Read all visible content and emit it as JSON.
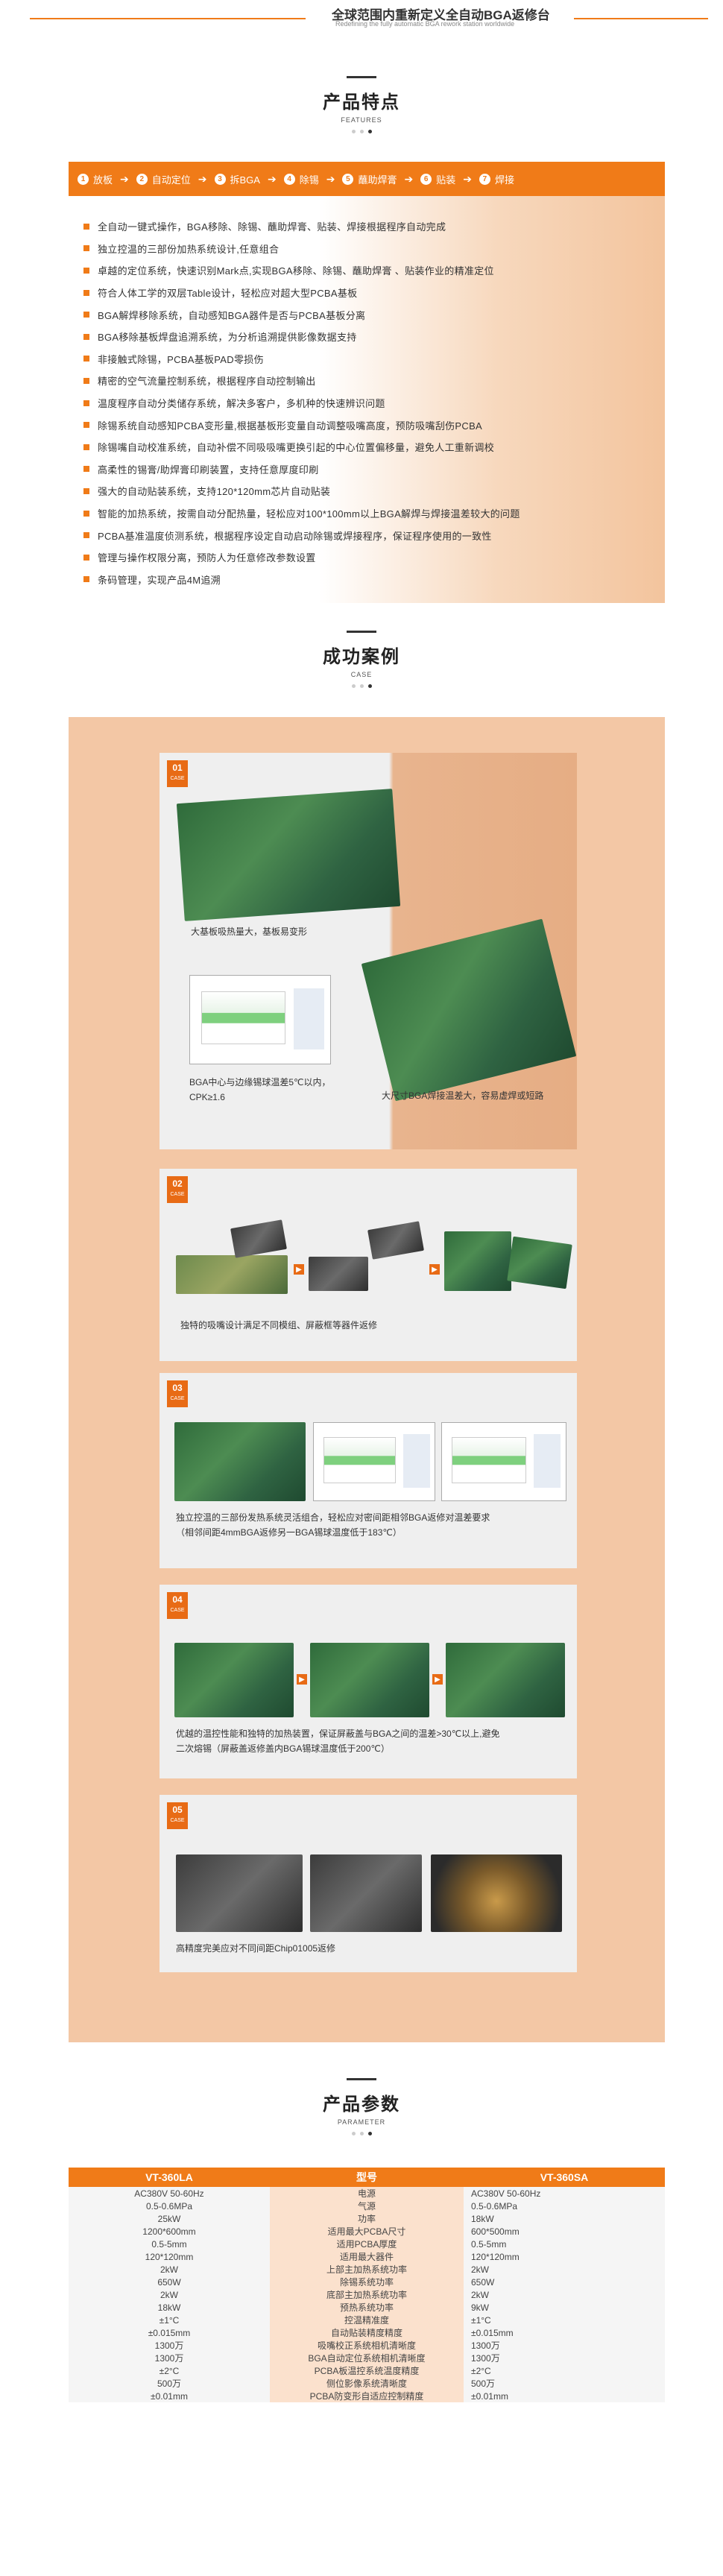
{
  "header": {
    "title": "全球范围内重新定义全自动BGA返修台",
    "subtitle": "Redefining the fully automatic BGA rework station worldwide"
  },
  "features": {
    "title": "产品特点",
    "subtitle": "FEATURES",
    "process": [
      {
        "num": "1",
        "label": "放板"
      },
      {
        "num": "2",
        "label": "自动定位"
      },
      {
        "num": "3",
        "label": "拆BGA"
      },
      {
        "num": "4",
        "label": "除锡"
      },
      {
        "num": "5",
        "label": "蘸助焊膏"
      },
      {
        "num": "6",
        "label": "贴装"
      },
      {
        "num": "7",
        "label": "焊接"
      }
    ],
    "items": [
      "全自动一键式操作，BGA移除、除锡、蘸助焊膏、贴装、焊接根据程序自动完成",
      "独立控温的三部份加热系统设计,任意组合",
      "卓越的定位系统，快速识别Mark点,实现BGA移除、除锡、蘸助焊膏 、贴装作业的精准定位",
      "符合人体工学的双层Table设计，轻松应对超大型PCBA基板",
      "BGA解焊移除系统，自动感知BGA器件是否与PCBA基板分离",
      "BGA移除基板焊盘追溯系统，为分析追溯提供影像数据支持",
      "非接触式除锡，PCBA基板PAD零损伤",
      "精密的空气流量控制系统，根据程序自动控制输出",
      "温度程序自动分类储存系统，解决多客户，多机种的快速辨识问题",
      "除锡系统自动感知PCBA变形量,根据基板形变量自动调整吸嘴高度，预防吸嘴刮伤PCBA",
      "除锡嘴自动校准系统，自动补偿不同吸吸嘴更换引起的中心位置偏移量，避免人工重新调校",
      "高柔性的锡膏/助焊膏印刷装置，支持任意厚度印刷",
      "强大的自动贴装系统，支持120*120mm芯片自动贴装",
      "智能的加热系统，按需自动分配热量，轻松应对100*100mm以上BGA解焊与焊接温差较大的问题",
      "PCBA基准温度侦测系统，根据程序设定自动启动除锡或焊接程序，保证程序使用的一致性",
      "管理与操作权限分离，预防人为任意修改参数设置",
      "条码管理，实现产品4M追溯"
    ]
  },
  "cases": {
    "title": "成功案例",
    "subtitle": "CASE",
    "tag_sub": "CASE",
    "list": [
      {
        "num": "01",
        "captions": [
          "大基板吸热量大，基板易变形",
          "BGA中心与边缘锡球温差5℃以内，CPK≥1.6",
          "大尺寸BGA焊接温差大，容易虚焊或短路"
        ]
      },
      {
        "num": "02",
        "captions": [
          "独特的吸嘴设计满足不同模组、屏蔽框等器件返修"
        ]
      },
      {
        "num": "03",
        "captions": [
          "独立控温的三部份发热系统灵活组合，轻松应对密间距相邻BGA返修对温差要求",
          "（相邻间距4mmBGA返修另一BGA锡球温度低于183℃）"
        ]
      },
      {
        "num": "04",
        "captions": [
          "优越的温控性能和独特的加热装置，保证屏蔽盖与BGA之间的温差>30℃以上,避免",
          "二次熔锡（屏蔽盖返修盖内BGA锡球温度低于200℃）"
        ]
      },
      {
        "num": "05",
        "captions": [
          "高精度完美应对不同间距Chip01005返修"
        ]
      }
    ]
  },
  "params": {
    "title": "产品参数",
    "subtitle": "PARAMETER",
    "headers": [
      "VT-360LA",
      "型号",
      "VT-360SA"
    ],
    "rows": [
      [
        "AC380V 50-60Hz",
        "电源",
        "AC380V 50-60Hz"
      ],
      [
        "0.5-0.6MPa",
        "气源",
        "0.5-0.6MPa"
      ],
      [
        "25kW",
        "功率",
        "18kW"
      ],
      [
        "1200*600mm",
        "适用最大PCBA尺寸",
        "600*500mm"
      ],
      [
        "0.5-5mm",
        "适用PCBA厚度",
        "0.5-5mm"
      ],
      [
        "120*120mm",
        "适用最大器件",
        "120*120mm"
      ],
      [
        "2kW",
        "上部主加热系统功率",
        "2kW"
      ],
      [
        "650W",
        "除锡系统功率",
        "650W"
      ],
      [
        "2kW",
        "底部主加热系统功率",
        "2kW"
      ],
      [
        "18kW",
        "预热系统功率",
        "9kW"
      ],
      [
        "±1°C",
        "控温精准度",
        "±1°C"
      ],
      [
        "±0.015mm",
        "自动贴装精度精度",
        "±0.015mm"
      ],
      [
        "1300万",
        "吸嘴校正系统相机清晰度",
        "1300万"
      ],
      [
        "1300万",
        "BGA自动定位系统相机清晰度",
        "1300万"
      ],
      [
        "±2°C",
        "PCBA板温控系统温度精度",
        "±2°C"
      ],
      [
        "500万",
        "侧位影像系统清晰度",
        "500万"
      ],
      [
        "±0.01mm",
        "PCBA防变形自适应控制精度",
        "±0.01mm"
      ]
    ]
  },
  "colors": {
    "accent": "#f07b18",
    "case_bg": "#f3c7a5",
    "tag": "#e86b15"
  }
}
